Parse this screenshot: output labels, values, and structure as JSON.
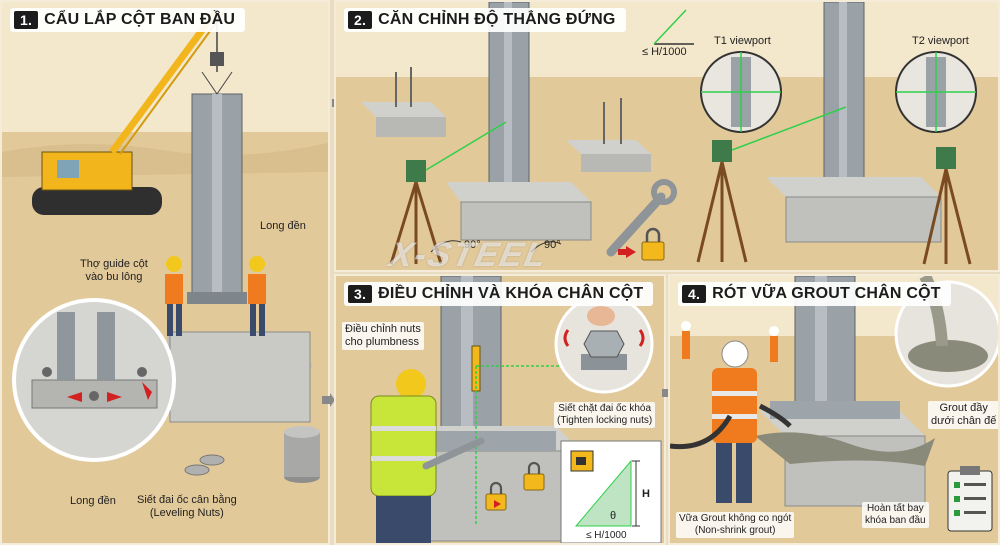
{
  "panels": {
    "p1": {
      "number": "1.",
      "title": "CẨU LẮP CỘT BAN ĐẦU"
    },
    "p2": {
      "number": "2.",
      "title": "CĂN CHỈNH ĐỘ THẲNG ĐỨNG"
    },
    "p3": {
      "number": "3.",
      "title": "ĐIỀU CHỈNH VÀ KHÓA CHÂN CỘT"
    },
    "p4": {
      "number": "4.",
      "title": "RÓT VỮA GROUT CHÂN CỘT"
    }
  },
  "labels": {
    "long_den_top": "Long đền",
    "tho_guide": "Thợ guide cột\nvào bu lông",
    "long_den_bottom": "Long đền",
    "leveling_nuts": "Siết đai ốc cân bằng\n(Leveling Nuts)",
    "tolerance_top": "≤ H/1000",
    "t1_viewport": "T1 viewport",
    "t2_viewport": "T2 viewport",
    "angle_1": "90°",
    "angle_2": "90°",
    "adjust_nuts": "Điều chỉnh nuts\ncho plumbness",
    "tighten_nuts": "Siết chặt đai ốc khóa\n(Tighten locking nuts)",
    "h_label": "H",
    "theta_label": "θ",
    "tolerance_bottom": "≤ H/1000",
    "grout_full": "Grout đầy\ndưới chân đế",
    "grout_type": "Vữa Grout không co ngót\n(Non-shrink grout)",
    "finish_lock": "Hoàn tất bay\nkhóa ban đầu"
  },
  "watermark": "X-STEEL",
  "colors": {
    "sky": "#f3e8cc",
    "sand": "#e2c99a",
    "concrete": "#c9c9c6",
    "steel": "#9aa2a8",
    "crane": "#f2b51c",
    "vest_orange": "#f07a1e",
    "vest_yellow": "#c8e63a",
    "laser": "#2fd04a",
    "red_arrow": "#d32020",
    "lock": "#f2b81c"
  },
  "icons": [
    "crane-icon",
    "wrench-icon",
    "lock-icon",
    "clipboard-icon",
    "total-station-icon",
    "laser-level-icon"
  ]
}
